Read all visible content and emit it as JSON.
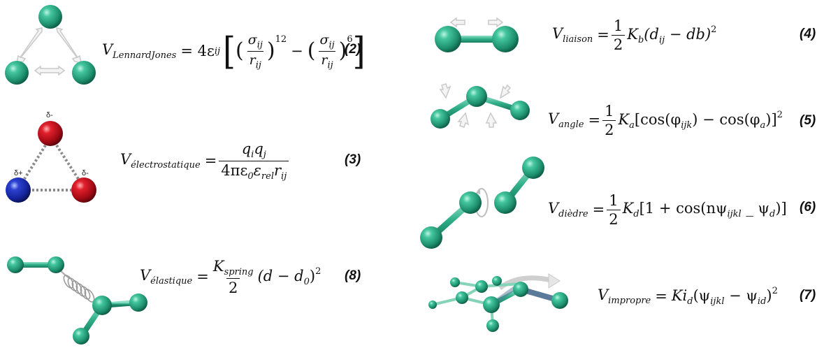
{
  "colors": {
    "atom_green": "#2aa887",
    "atom_red": "#c8101e",
    "atom_blue": "#1a2eb0",
    "bond": "#3bb592",
    "bond_dark": "#5a7a99",
    "arrow": "#d0d0d0",
    "dotted": "#888888"
  },
  "equations": {
    "lj": {
      "number": "(2)",
      "V": "V",
      "sub": "LennardJones",
      "lhs": "= 4ε",
      "lhs_sub": "ij",
      "frac_num": "σ",
      "frac_num_sub": "ij",
      "frac_den": "r",
      "frac_den_sub": "ij",
      "exp1": "12",
      "minus": "−",
      "exp2": "6"
    },
    "elec": {
      "number": "(3)",
      "V": "V",
      "sub": "électrostatique",
      "eq": "=",
      "num": "q",
      "num_sub1": "i",
      "num2": "q",
      "num_sub2": "j",
      "den": "4πε",
      "den_sub0": "0",
      "den2": "ε",
      "den_sub1": "rel",
      "den3": "r",
      "den_sub2": "ij",
      "charge_top": "δ-",
      "charge_left": "δ+",
      "charge_right": "δ-"
    },
    "elas": {
      "number": "(8)",
      "V": "V",
      "sub": "élastique",
      "eq": "=",
      "num": "K",
      "num_sub": "spring",
      "den": "2",
      "rest": "(d  − d",
      "rest_sub": "0",
      "rest_end": ")",
      "exp": "2"
    },
    "liaison": {
      "number": "(4)",
      "V": "V",
      "sub": "liaison",
      "eq": "=",
      "frac_num": "1",
      "frac_den": "2",
      "K": "K",
      "K_sub": "b",
      "body": "(d",
      "body_sub": "ij",
      "body2": " − db)",
      "exp": "2"
    },
    "angle": {
      "number": "(5)",
      "V": "V",
      "sub": "angle",
      "eq": "=",
      "frac_num": "1",
      "frac_den": "2",
      "K": "K",
      "K_sub": "a",
      "body": "[cos(φ",
      "body_sub": "ijk",
      "body2": ")  − cos(φ",
      "body_sub2": "a",
      "body3": ")]",
      "exp": "2"
    },
    "diedre": {
      "number": "(6)",
      "V": "V",
      "sub": "dièdre",
      "eq": "=",
      "frac_num": "1",
      "frac_den": "2",
      "K": "K",
      "K_sub": "d",
      "body": "[1 + cos(nψ",
      "body_sub": "ijkl",
      "body2": " _  ψ",
      "body_sub2": "d",
      "body3": ")]"
    },
    "impropre": {
      "number": "(7)",
      "V": "V",
      "sub": "impropre",
      "eq": "=",
      "K": "Ki",
      "K_sub": "d",
      "body": "(ψ",
      "body_sub": "ijkl",
      "body2": "  −  ψ",
      "body_sub2": "id",
      "body3": ")",
      "exp": "2"
    }
  }
}
